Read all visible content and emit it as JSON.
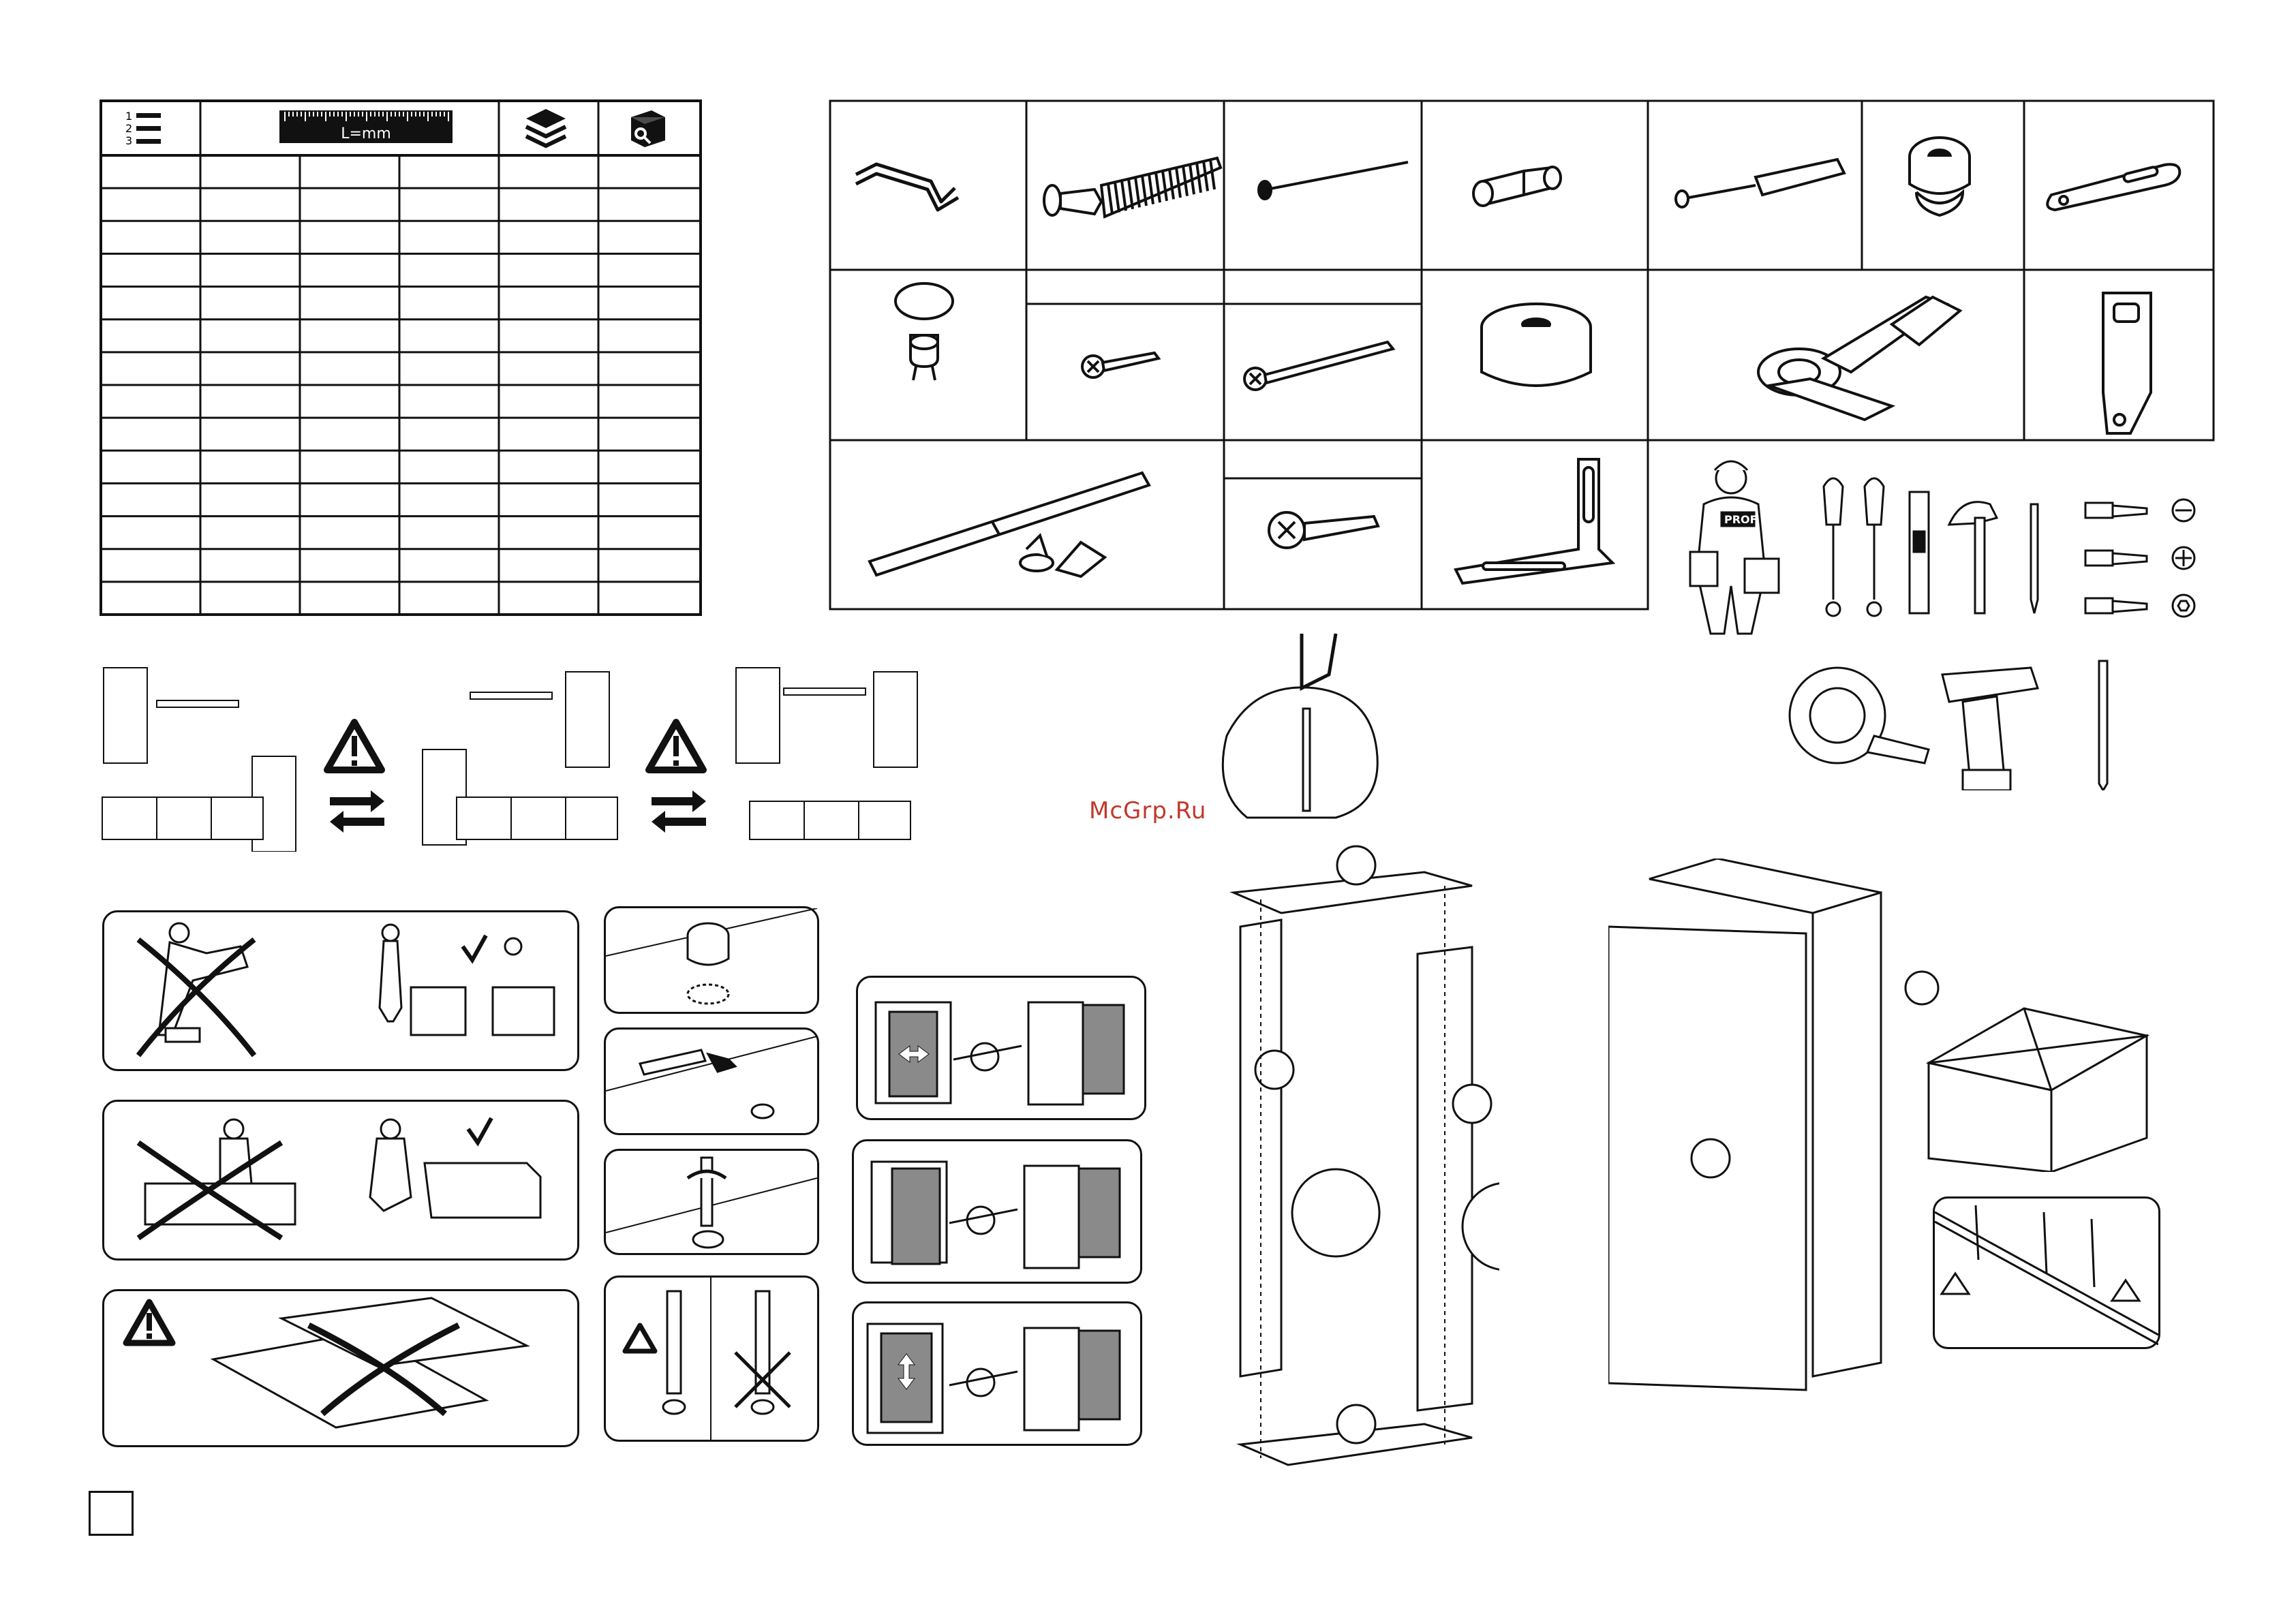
{
  "header_table": {
    "ruler_label": "L=mm",
    "list_numbers": [
      "1",
      "2",
      "3"
    ],
    "row_count": 14,
    "columns": [
      "list-icon",
      "ruler-icon",
      "",
      "",
      "layers-icon",
      "box-search-icon"
    ]
  },
  "watermark": "McGrp.Ru",
  "colors": {
    "line": "#111111",
    "panel_fill": "#8a8a8a",
    "watermark": "#c0392b"
  },
  "hardware_icons": [
    "hex-key-icon",
    "confirmat-screw-icon",
    "nail-icon",
    "dowel-icon",
    "cam-bolt-icon",
    "cam-lock-icon",
    "hanging-plate-icon",
    "shelf-support-icon",
    "short-screw-icon",
    "long-screw-icon",
    "bumper-pad-icon",
    "hinge-icon",
    "mounting-bracket-icon",
    "gas-strut-icon",
    "washer-screw-icon",
    "angle-bracket-icon"
  ],
  "tool_icons": [
    "worker-icon",
    "flat-screwdriver-icon",
    "phillips-screwdriver-icon",
    "level-icon",
    "hammer-icon",
    "pencil-icon",
    "bit-flat-icon",
    "bit-phillips-icon",
    "bit-hex-icon",
    "tape-measure-icon",
    "drill-icon",
    "drill-bit-icon"
  ],
  "page_box": ""
}
